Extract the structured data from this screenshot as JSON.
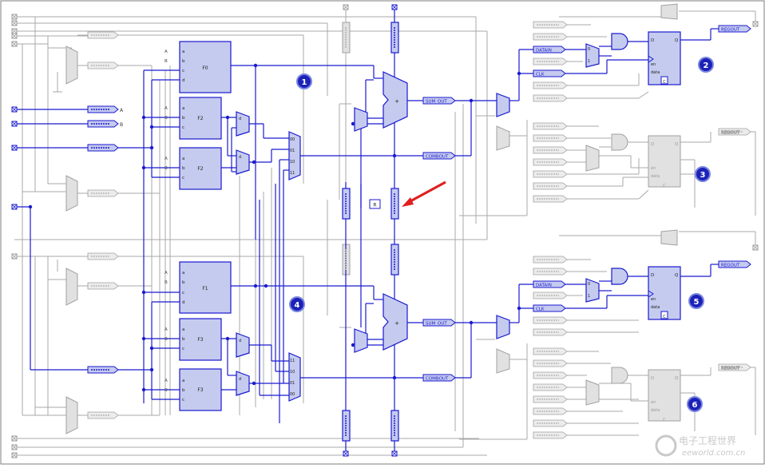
{
  "title": "",
  "colors": {
    "active": "#1a1ad0",
    "block_fill": "#c5cbee",
    "inactive": "#a3a3a3",
    "inactive_fill": "#e1e1e1",
    "background": "#ffffff",
    "badge": "#1c22b8",
    "arrow": "#e01e1e"
  },
  "pin_labels": {
    "in_a": "A",
    "in_b": "B",
    "lut_a": "a",
    "lut_b": "b",
    "lut_c": "c",
    "lut_d": "d",
    "mux_d": "d",
    "mux_1": "1",
    "mux_0": "0",
    "mux_10": "10",
    "mux_11": "11",
    "mux_01": "01",
    "mux_00": "00",
    "plus": "+",
    "ff_d": "D",
    "ff_q": "Q",
    "ff_en": "en",
    "ff_data": "data",
    "ff_c": "C",
    "reg_r": "R"
  },
  "lut_labels": {
    "upper_f0": "F0",
    "upper_f2a": "F2",
    "upper_f2b": "F2",
    "lower_f1": "F1",
    "lower_f3a": "F3",
    "lower_f3b": "F3"
  },
  "net_labels": {
    "sum_out_upper": "SUM_OUT",
    "sum_out_lower": "SUM_OUT",
    "comb_out_upper": "COMBOUT",
    "comb_out_lower": "COMBOUT",
    "datain_upper": "DATAIN",
    "datain_lower": "DATAIN",
    "clk_upper": "CLK",
    "clk_lower": "CLK",
    "regout_2": "REGOUT",
    "regout_3": "REGOUT",
    "regout_5": "REGOUT",
    "regout_6": "REGOUT"
  },
  "badges": [
    "1",
    "2",
    "3",
    "4",
    "5",
    "6"
  ],
  "watermark": {
    "cn": "电子工程世界",
    "url": "eeworld.com.cn"
  }
}
